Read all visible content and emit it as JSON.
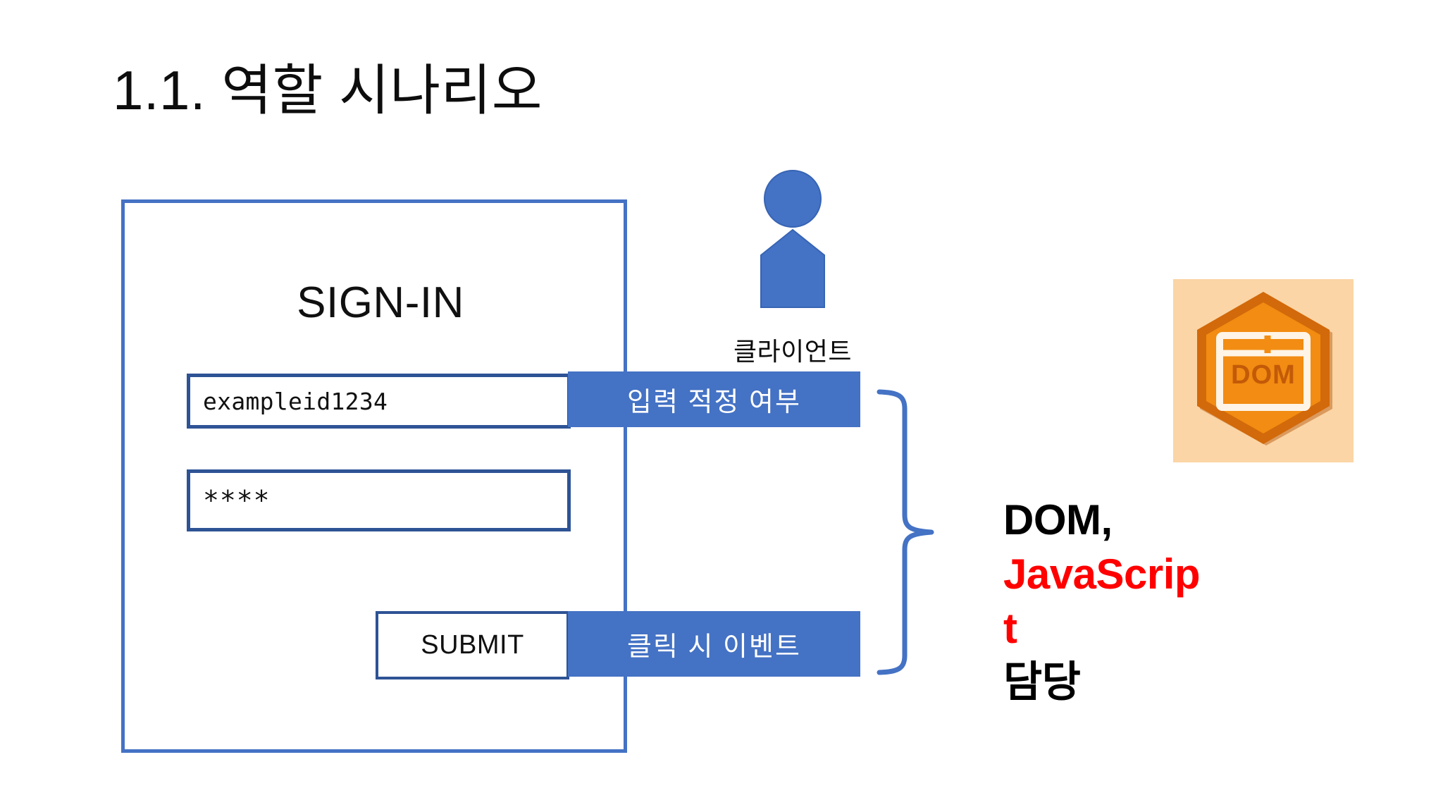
{
  "slide": {
    "title": "1.1. 역할 시나리오"
  },
  "form": {
    "heading": "SIGN-IN",
    "id_field": {
      "value": "exampleid1234",
      "placeholder": "exampleid1234"
    },
    "password_field": {
      "value": "****",
      "placeholder": "****"
    },
    "submit_label": "SUBMIT"
  },
  "annotations": {
    "input_validation": "입력 적정 여부",
    "click_event": "클릭 시 이벤트"
  },
  "client": {
    "label": "클라이언트",
    "icon": "person-icon"
  },
  "dom_logo": {
    "icon": "dom-browser-hexagon-icon",
    "caption": "DOM"
  },
  "role": {
    "line1": "DOM,",
    "line2": "JavaScrip",
    "line3": "t",
    "line4": "담당"
  },
  "colors": {
    "accent_blue": "#4472C4",
    "border_blue": "#2E5395",
    "js_red": "#FF0000",
    "logo_orange": "#F28C12",
    "logo_orange_dark": "#D2690A",
    "logo_peach": "#FBD5A5"
  }
}
